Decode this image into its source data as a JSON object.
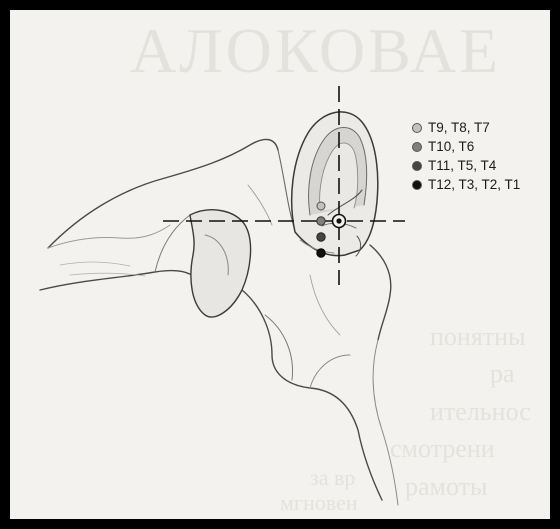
{
  "legend": {
    "items": [
      {
        "label": "T9, T8, T7",
        "color": "#c2c2c2"
      },
      {
        "label": "T10, T6",
        "color": "#7f7f7f"
      },
      {
        "label": "T11, T5, T4",
        "color": "#454545"
      },
      {
        "label": "T12, T3, T2, T1",
        "color": "#111111"
      }
    ]
  },
  "background_text": {
    "heading": "АЛОКОВАЕ",
    "lines": [
      "понятны",
      "ра",
      "ительнос",
      "смотрени",
      "рамоты",
      "за вр",
      "мгновен"
    ]
  }
}
